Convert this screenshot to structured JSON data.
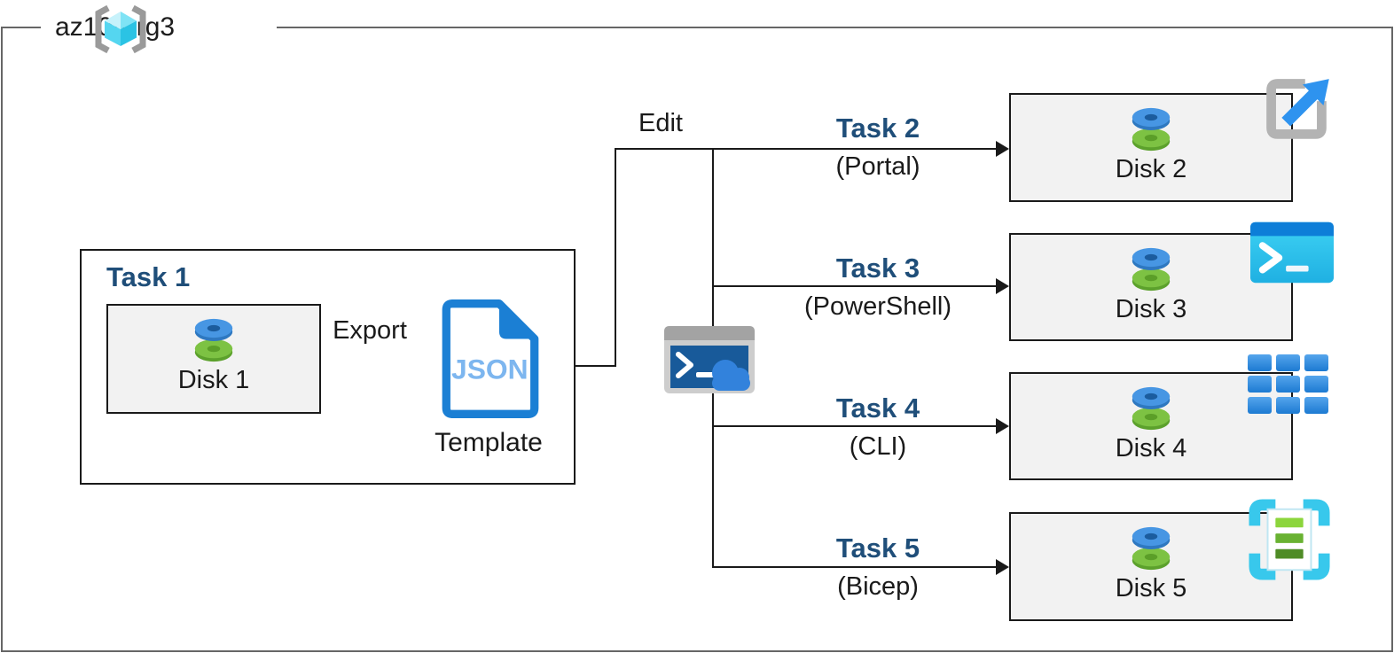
{
  "resource_group": {
    "name": "az104-rg3"
  },
  "task1": {
    "title": "Task 1",
    "disk": "Disk 1",
    "export_label": "Export",
    "file_type": "JSON",
    "file_label": "Template"
  },
  "edit_label": "Edit",
  "branches": [
    {
      "task": "Task 2",
      "method": "(Portal)",
      "disk": "Disk 2",
      "icon": "azure-portal-launch-icon"
    },
    {
      "task": "Task 3",
      "method": "(PowerShell)",
      "disk": "Disk 3",
      "icon": "powershell-terminal-icon"
    },
    {
      "task": "Task 4",
      "method": "(CLI)",
      "disk": "Disk 4",
      "icon": "cli-grid-icon"
    },
    {
      "task": "Task 5",
      "method": "(Bicep)",
      "disk": "Disk 5",
      "icon": "bicep-template-icon"
    }
  ],
  "icons": {
    "resource_group": "resource-group-icon",
    "disk": "managed-disk-icon",
    "json_document": "json-template-icon",
    "cloud_shell": "cloud-shell-icon"
  },
  "colors": {
    "task_heading": "#1f4e79",
    "box_fill": "#f2f2f2",
    "frame_gray": "#666666",
    "azure_blue": "#2e93ef",
    "cyan_accent": "#35c8ec",
    "disk_blue": "#4796e3",
    "disk_green": "#7dc243"
  }
}
